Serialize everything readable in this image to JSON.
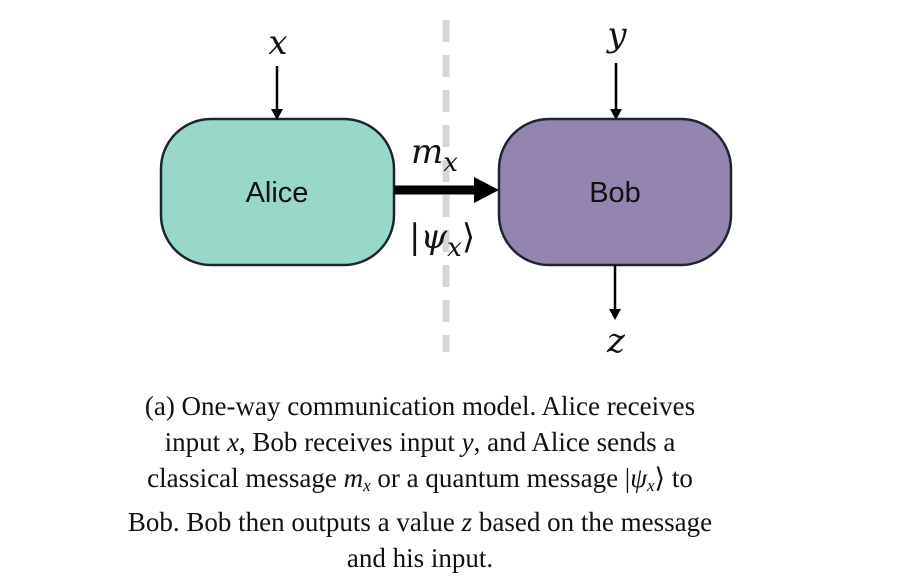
{
  "diagram": {
    "title": "One-way communication model",
    "colors": {
      "alice_fill": "#98d8c8",
      "bob_fill": "#9484b0",
      "stroke": "#1d2533",
      "divider": "#d6d6d6",
      "arrow": "#000000"
    },
    "nodes": {
      "alice": {
        "label": "Alice"
      },
      "bob": {
        "label": "Bob"
      }
    },
    "inputs": {
      "alice_input": "x",
      "bob_input": "y"
    },
    "output": {
      "bob_output": "z"
    },
    "message": {
      "classical": {
        "base": "m",
        "sub": "x"
      },
      "quantum": {
        "open": "|",
        "base": "ψ",
        "sub": "x",
        "close": "⟩"
      }
    }
  },
  "caption": {
    "lines": [
      [
        {
          "t": "(a) One-way communication model. Alice receives"
        }
      ],
      [
        {
          "t": "input "
        },
        {
          "m": "x"
        },
        {
          "t": ", Bob receives input "
        },
        {
          "m": "y"
        },
        {
          "t": ", and Alice sends a"
        }
      ],
      [
        {
          "t": "classical message "
        },
        {
          "m": "m",
          "sub": "x"
        },
        {
          "t": " or a quantum message |"
        },
        {
          "m": "ψ",
          "sub": "x"
        },
        {
          "t": "⟩ to"
        }
      ],
      [
        {
          "t": "Bob. Bob then outputs a value "
        },
        {
          "m": "z"
        },
        {
          "t": " based on the message"
        }
      ],
      [
        {
          "t": "and his input."
        }
      ]
    ]
  }
}
